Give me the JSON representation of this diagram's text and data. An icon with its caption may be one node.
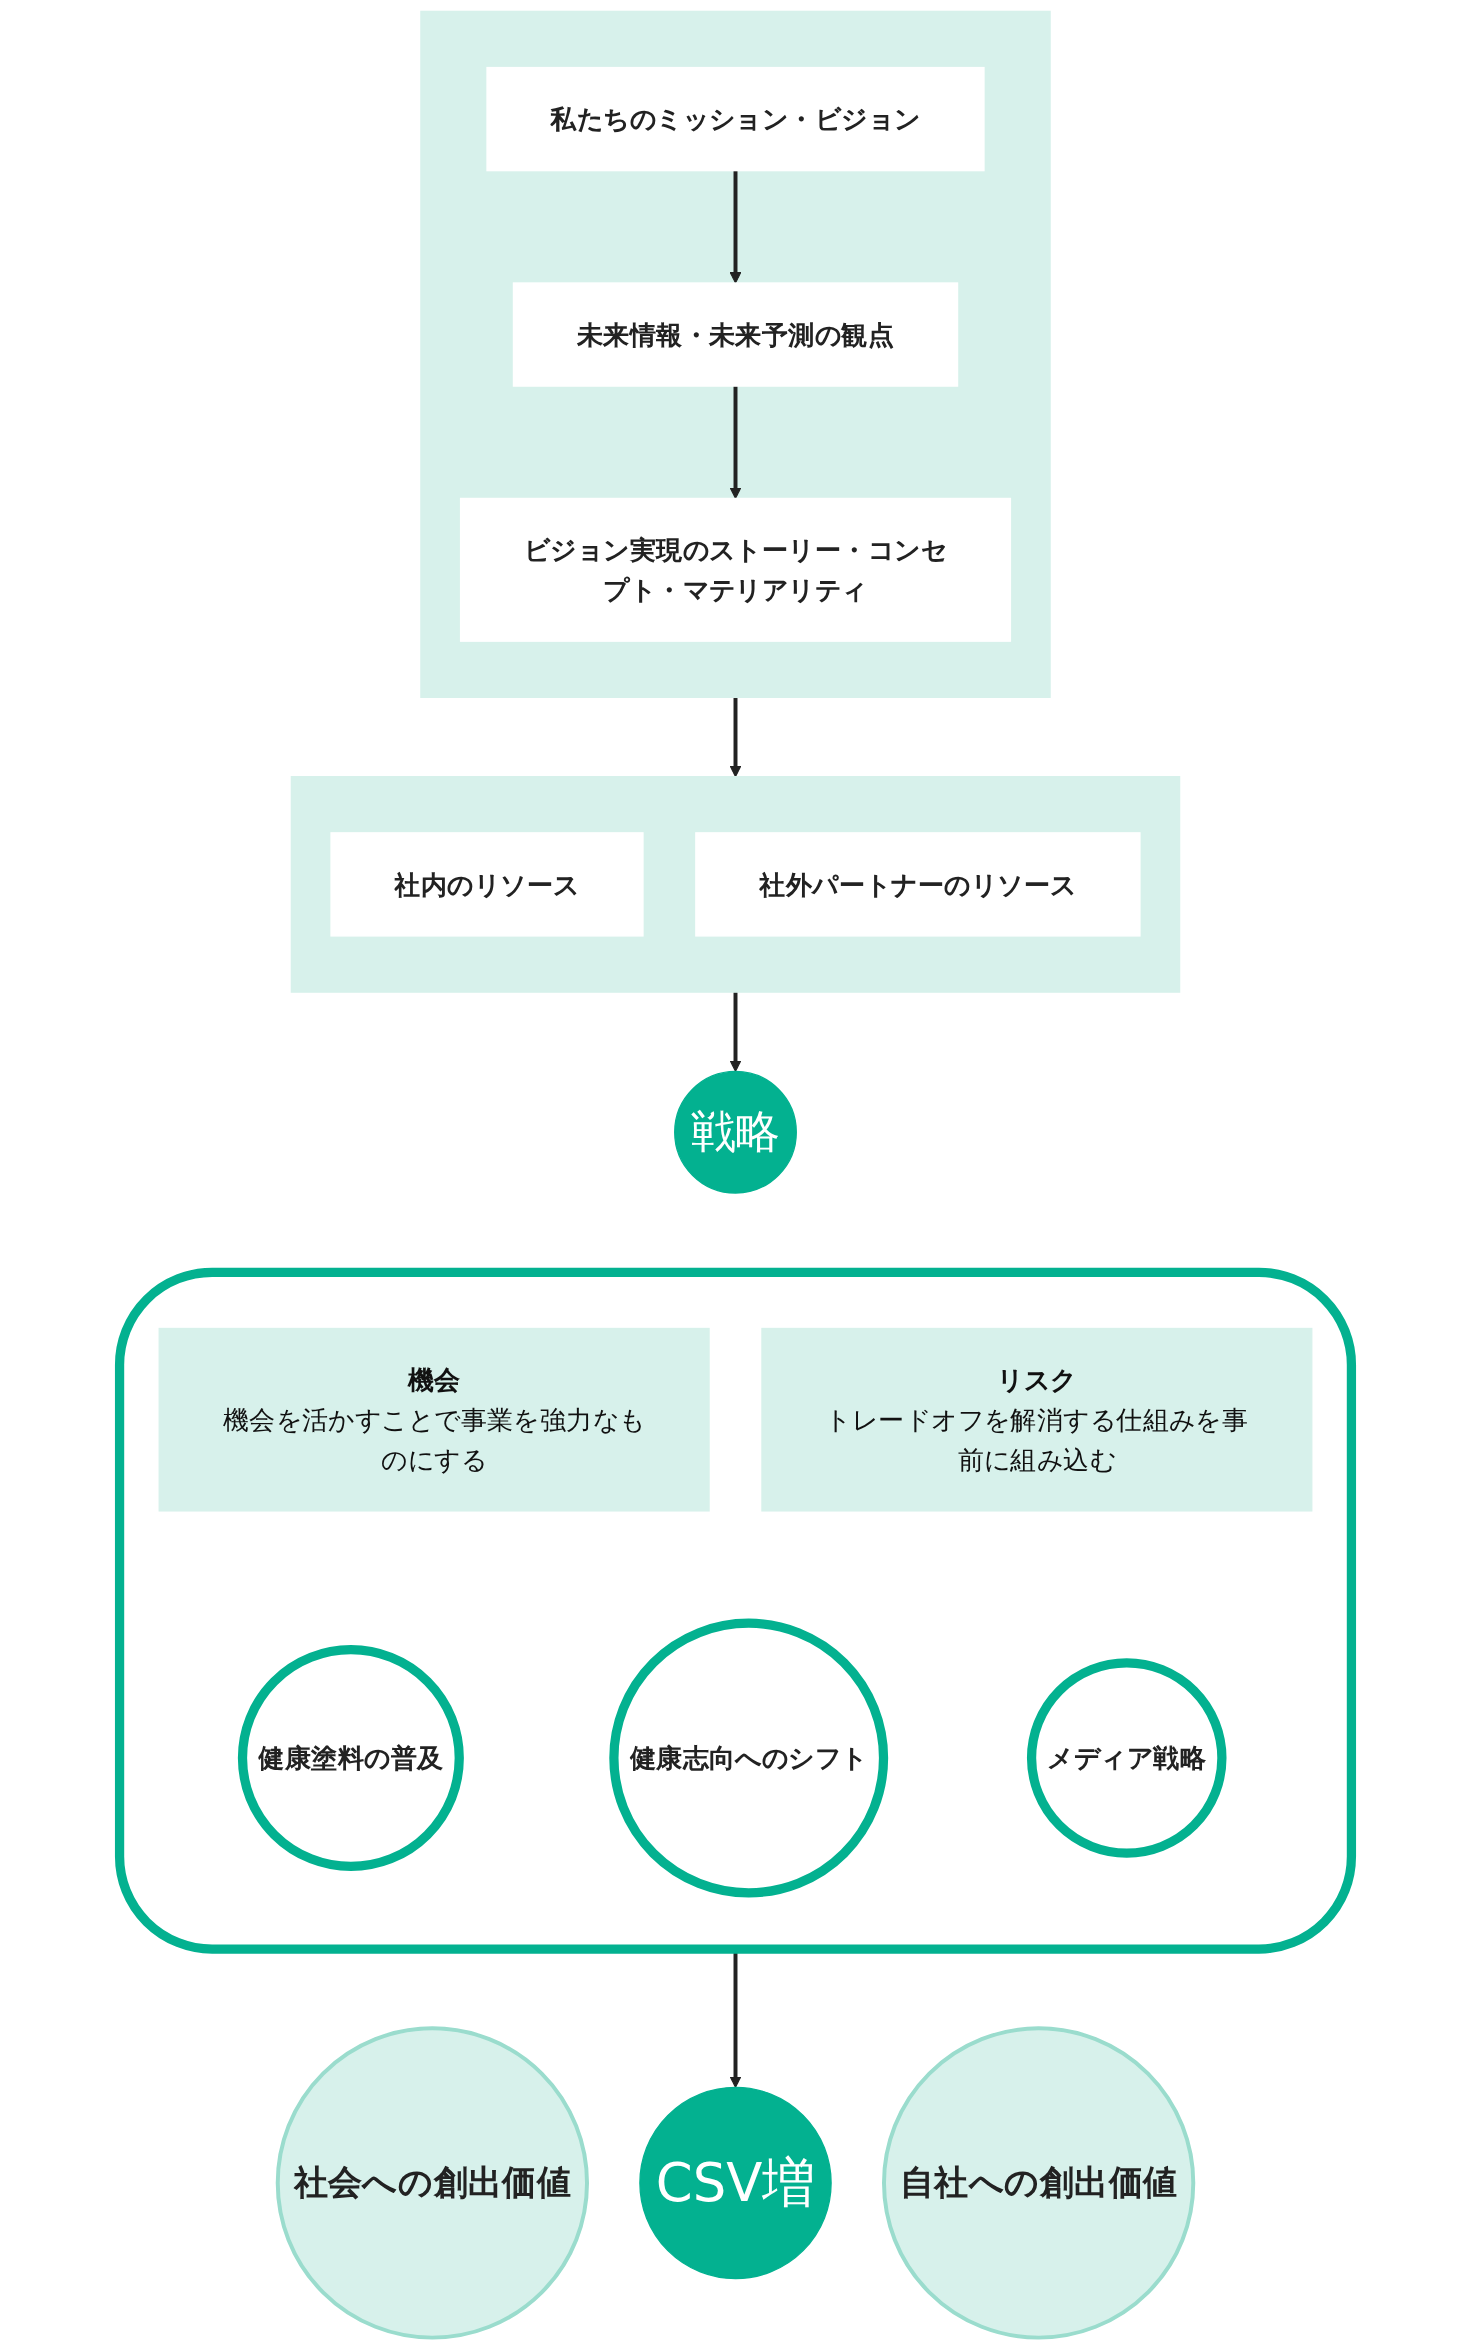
{
  "diagram": {
    "nodes": [
      {
        "text": [],
        "shape": "box"
      },
      {
        "text": [
          "私たちのミッション・ビジョン"
        ],
        "in": 0
      },
      {
        "text": [
          "未来情報・未来予測の観点"
        ],
        "in": 0
      },
      {
        "text": [
          "ビジョン実現のストーリー・コンセプト・マテリアリティ"
        ],
        "in": 0
      },
      {
        "text": [],
        "shape": "box"
      },
      {
        "text": [
          "社内のリソース"
        ],
        "in": 4
      },
      {
        "text": [
          "社外パートナーのリソース"
        ],
        "in": 4
      },
      {
        "text": [
          "戦略"
        ]
      },
      {
        "text": [],
        "shape": "box"
      },
      {
        "text": [
          "機会",
          "機会を活かすことで事業を強力なものにする"
        ],
        "in": 8
      },
      {
        "text": [
          "リスク",
          "トレードオフを解消する仕組みを事前に組み込む"
        ],
        "in": 8
      },
      {
        "text": [
          "健康塗料の普及"
        ],
        "in": 8
      },
      {
        "text": [
          "健康志向へのシフト"
        ],
        "in": 8
      },
      {
        "text": [
          "メディア戦略"
        ],
        "in": 8
      },
      {
        "text": [
          "社会への創出価値"
        ]
      },
      {
        "text": [
          "CSV増"
        ]
      },
      {
        "text": [
          "自社への創出価値"
        ]
      }
    ],
    "edges": [
      {
        "from": 1,
        "to": 2,
        "arrow": "to"
      },
      {
        "from": 2,
        "to": 3,
        "arrow": "to"
      },
      {
        "from": 0,
        "to": 4,
        "arrow": "to"
      },
      {
        "from": 4,
        "to": 7,
        "arrow": "to"
      },
      {
        "from": 8,
        "to": 15,
        "arrow": "to"
      }
    ]
  }
}
